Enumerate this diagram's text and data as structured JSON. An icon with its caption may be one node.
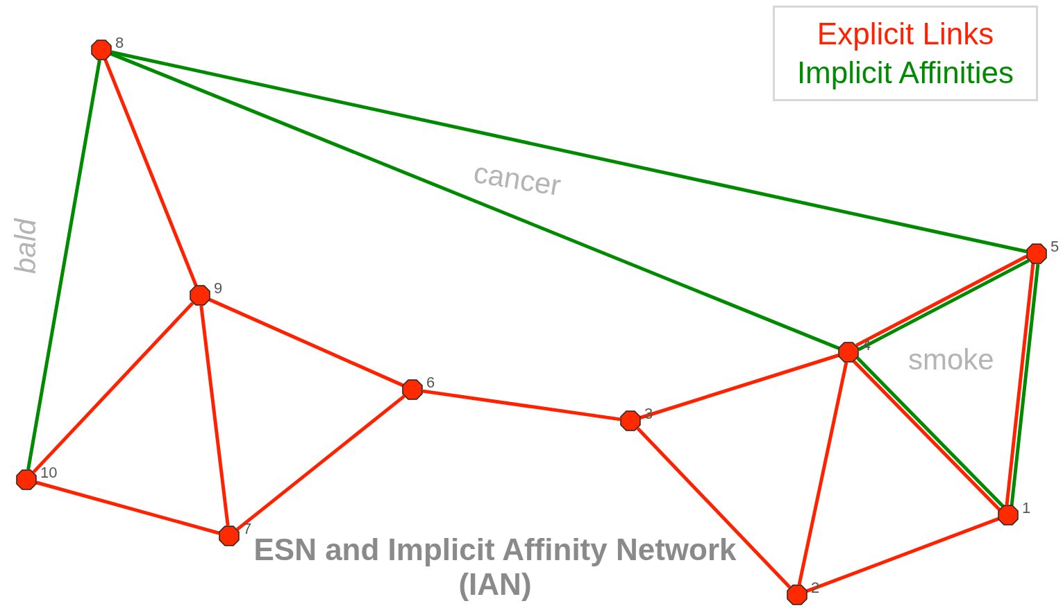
{
  "diagram": {
    "title": "ESN and Implicit Affinity Network (IAN)",
    "nodes": [
      {
        "text": [],
        "shape": "circle",
        "beside": [
          "1"
        ]
      },
      {
        "text": [],
        "shape": "circle",
        "beside": [
          "2"
        ]
      },
      {
        "text": [],
        "shape": "circle",
        "beside": [
          "3"
        ]
      },
      {
        "text": [],
        "shape": "circle",
        "beside": [
          "4"
        ]
      },
      {
        "text": [],
        "shape": "circle",
        "beside": [
          "5"
        ]
      },
      {
        "text": [],
        "shape": "circle",
        "beside": [
          "6"
        ]
      },
      {
        "text": [],
        "shape": "circle",
        "beside": [
          "7"
        ]
      },
      {
        "text": [],
        "shape": "circle",
        "beside": [
          "8"
        ]
      },
      {
        "text": [],
        "shape": "circle",
        "beside": [
          "9"
        ]
      },
      {
        "text": [],
        "shape": "circle",
        "beside": [
          "10"
        ]
      }
    ],
    "edges": [
      {
        "from": 7,
        "to": 8,
        "arrow": "none"
      },
      {
        "from": 8,
        "to": 9,
        "arrow": "none"
      },
      {
        "from": 8,
        "to": 6,
        "arrow": "none"
      },
      {
        "from": 8,
        "to": 5,
        "arrow": "none"
      },
      {
        "from": 9,
        "to": 6,
        "arrow": "none"
      },
      {
        "from": 6,
        "to": 5,
        "arrow": "none"
      },
      {
        "from": 5,
        "to": 2,
        "arrow": "none"
      },
      {
        "from": 2,
        "to": 3,
        "arrow": "none"
      },
      {
        "from": 2,
        "to": 1,
        "arrow": "none"
      },
      {
        "from": 3,
        "to": 1,
        "arrow": "none"
      },
      {
        "from": 3,
        "to": 4,
        "arrow": "none"
      },
      {
        "from": 3,
        "to": 0,
        "arrow": "none"
      },
      {
        "from": 4,
        "to": 0,
        "arrow": "none"
      },
      {
        "from": 1,
        "to": 0,
        "arrow": "none"
      },
      {
        "from": 7,
        "to": 9,
        "arrow": "none",
        "color": "#008a00"
      },
      {
        "from": 7,
        "to": 4,
        "arrow": "none",
        "color": "#008a00"
      },
      {
        "from": 7,
        "to": 3,
        "arrow": "none",
        "color": "#008a00"
      },
      {
        "from": 3,
        "to": 4,
        "arrow": "none",
        "color": "#008a00"
      },
      {
        "from": 3,
        "to": 0,
        "arrow": "none",
        "color": "#008a00"
      },
      {
        "from": 4,
        "to": 0,
        "arrow": "none",
        "color": "#008a00"
      }
    ],
    "labels": [
      "cancer",
      "bald",
      "smoke"
    ],
    "legend": [
      {
        "text": "Explicit Links",
        "color": "#ff2200"
      },
      {
        "text": "Implicit Affinities",
        "color": "#008a00"
      }
    ]
  }
}
